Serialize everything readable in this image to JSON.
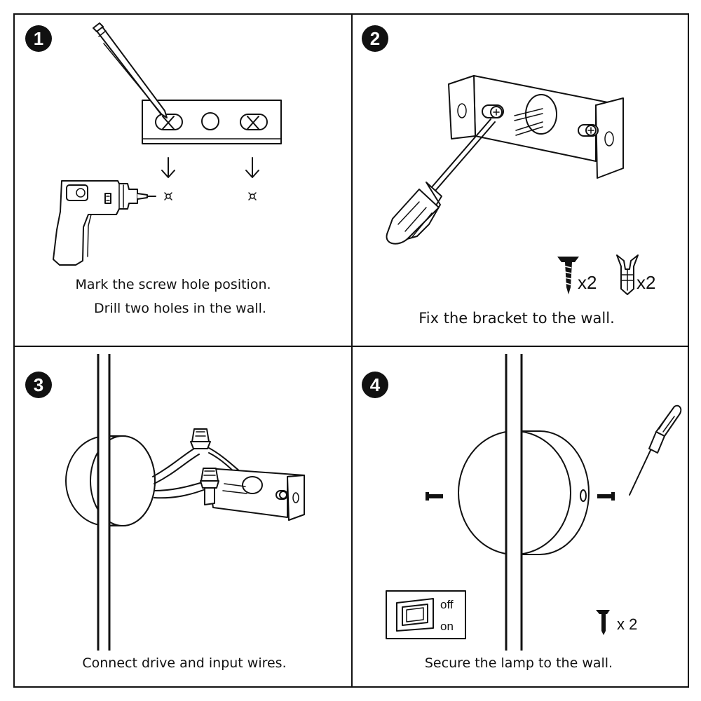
{
  "steps": [
    {
      "number": "1",
      "caption_lines": [
        "Mark the screw hole position.",
        "Drill two holes in the wall."
      ]
    },
    {
      "number": "2",
      "caption_lines": [
        "Fix the bracket to the wall."
      ],
      "screw_qty": "x2",
      "anchor_qty": "x2"
    },
    {
      "number": "3",
      "caption_lines": [
        "Connect drive and input wires."
      ]
    },
    {
      "number": "4",
      "caption_lines": [
        "Secure the lamp to the wall."
      ],
      "switch": {
        "off_label": "off",
        "on_label": "on"
      },
      "screw_qty": "x 2"
    }
  ],
  "icons": [
    "pencil-icon",
    "drill-icon",
    "screwdriver-icon",
    "screw-icon",
    "wall-anchor-icon",
    "wire-nut-icon",
    "switch-icon",
    "arrow-down-icon"
  ]
}
